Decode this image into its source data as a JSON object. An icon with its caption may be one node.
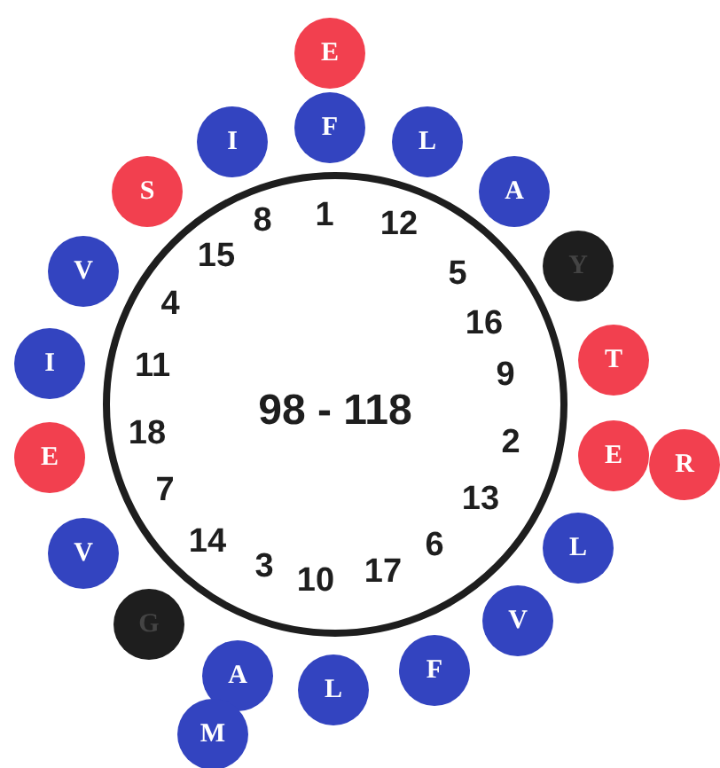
{
  "diagram": {
    "nodes": [
      {
        "text": [
          "98 - 118"
        ]
      },
      {
        "text": [
          "E"
        ]
      },
      {
        "text": [
          "F"
        ]
      },
      {
        "text": [
          "I"
        ]
      },
      {
        "text": [
          "L"
        ]
      },
      {
        "text": [
          "S"
        ]
      },
      {
        "text": [
          "A"
        ]
      },
      {
        "text": [
          "Y"
        ]
      },
      {
        "text": [
          "V"
        ]
      },
      {
        "text": [
          "I"
        ]
      },
      {
        "text": [
          "T"
        ]
      },
      {
        "text": [
          "E"
        ]
      },
      {
        "text": [
          "E"
        ]
      },
      {
        "text": [
          "R"
        ]
      },
      {
        "text": [
          "V"
        ]
      },
      {
        "text": [
          "L"
        ]
      },
      {
        "text": [
          "V"
        ]
      },
      {
        "text": [
          "G"
        ]
      },
      {
        "text": [
          "F"
        ]
      },
      {
        "text": [
          "A"
        ]
      },
      {
        "text": [
          "L"
        ]
      },
      {
        "text": [
          "M"
        ]
      }
    ],
    "labels": [
      "8",
      "1",
      "12",
      "15",
      "5",
      "4",
      "16",
      "11",
      "9",
      "18",
      "2",
      "7",
      "13",
      "14",
      "6",
      "3",
      "10",
      "17"
    ]
  }
}
